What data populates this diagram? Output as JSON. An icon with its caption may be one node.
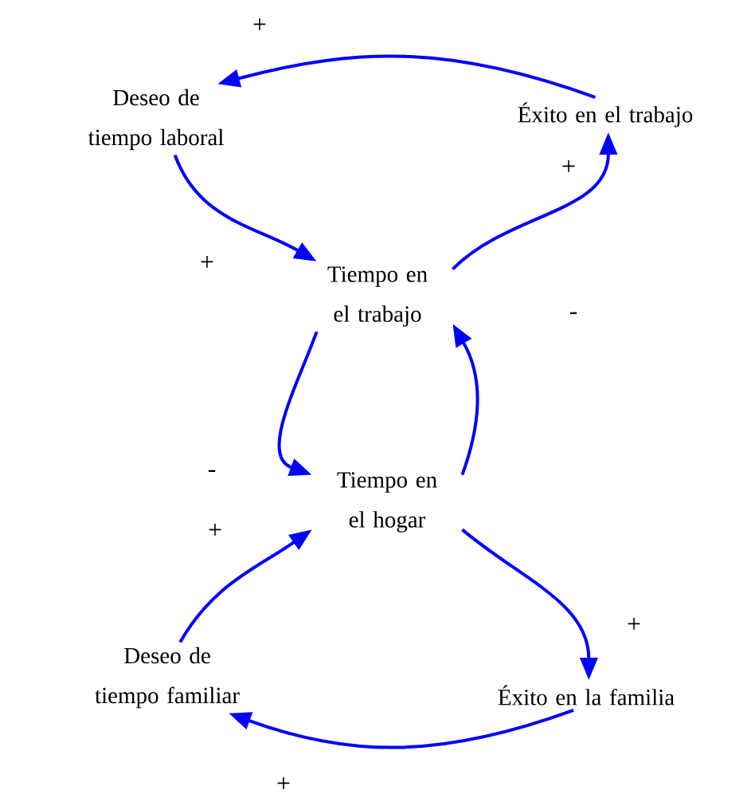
{
  "diagram": {
    "nodes": [
      {
        "text": [
          "Deseo de tiempo laboral"
        ]
      },
      {
        "text": [
          "Éxito en el trabajo"
        ]
      },
      {
        "text": [
          "Tiempo en el trabajo"
        ]
      },
      {
        "text": [
          "Tiempo en el hogar"
        ]
      },
      {
        "text": [
          "Deseo de tiempo familiar"
        ]
      },
      {
        "text": [
          "Éxito en la familia"
        ]
      }
    ],
    "edges": [
      {
        "from": 1,
        "to": 0,
        "arrow": "to",
        "label": "+"
      },
      {
        "from": 0,
        "to": 2,
        "arrow": "to",
        "label": "+"
      },
      {
        "from": 2,
        "to": 1,
        "arrow": "to",
        "label": "+"
      },
      {
        "from": 2,
        "to": 3,
        "arrow": "to",
        "label": "-"
      },
      {
        "from": 3,
        "to": 2,
        "arrow": "to",
        "label": "-"
      },
      {
        "from": 3,
        "to": 5,
        "arrow": "to",
        "label": "+"
      },
      {
        "from": 5,
        "to": 4,
        "arrow": "to",
        "label": "+"
      },
      {
        "from": 4,
        "to": 3,
        "arrow": "to",
        "label": "+"
      }
    ]
  }
}
